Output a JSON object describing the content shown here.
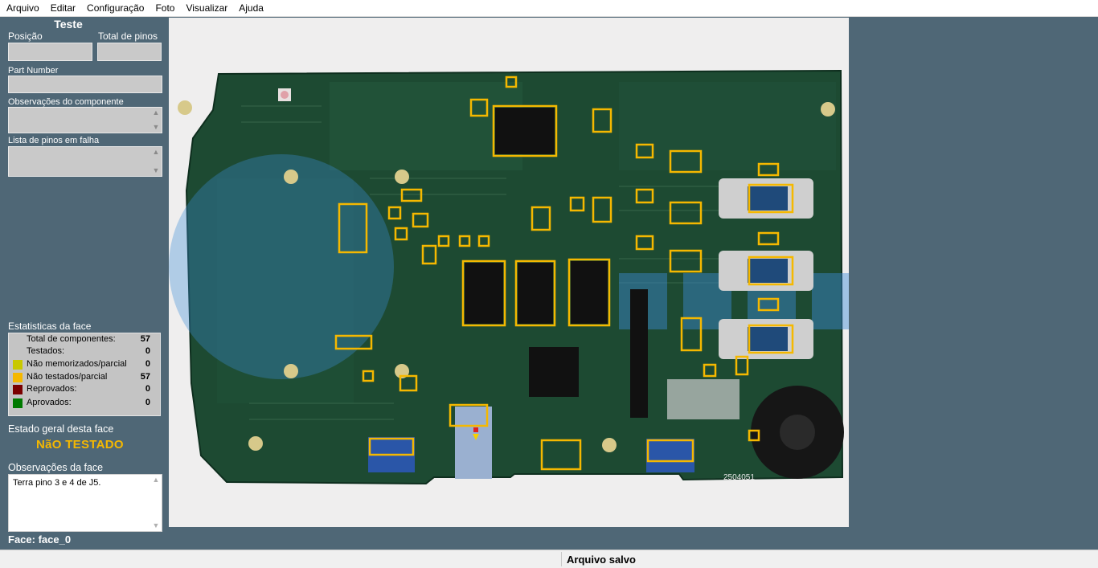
{
  "menu": [
    "Arquivo",
    "Editar",
    "Configuração",
    "Foto",
    "Visualizar",
    "Ajuda"
  ],
  "panel": {
    "title": "Teste",
    "position_label": "Posição",
    "position_value": "",
    "total_pins_label": "Total de pinos",
    "total_pins_value": "",
    "part_number_label": "Part Number",
    "part_number_value": "",
    "component_notes_label": "Observações do componente",
    "component_notes_value": "",
    "failed_pins_label": "Lista de pinos em falha",
    "failed_pins_value": ""
  },
  "stats": {
    "title": "Estatisticas da face",
    "rows": [
      {
        "label": "Total de componentes:",
        "value": "57",
        "color": ""
      },
      {
        "label": "Testados:",
        "value": "0",
        "color": ""
      },
      {
        "label": "Não memorizados/parcial",
        "value": "0",
        "color": "#c8c800"
      },
      {
        "label": "Não testados/parcial",
        "value": "57",
        "color": "#f5b800"
      },
      {
        "label": "Reprovados:",
        "value": "0",
        "color": "#7a0000"
      },
      {
        "label": "Aprovados:",
        "value": "0",
        "color": "#007a00"
      }
    ]
  },
  "estado": {
    "label": "Estado geral desta face",
    "value": "NãO TESTADO",
    "color": "#f5b800"
  },
  "face_notes": {
    "label": "Observações da face",
    "value": "Terra pino 3 e 4 de J5."
  },
  "face": "Face: face_0",
  "status": "Arquivo salvo",
  "board_image": {
    "marker_color": "#f5b800",
    "board_labels": [
      "2504051"
    ]
  }
}
